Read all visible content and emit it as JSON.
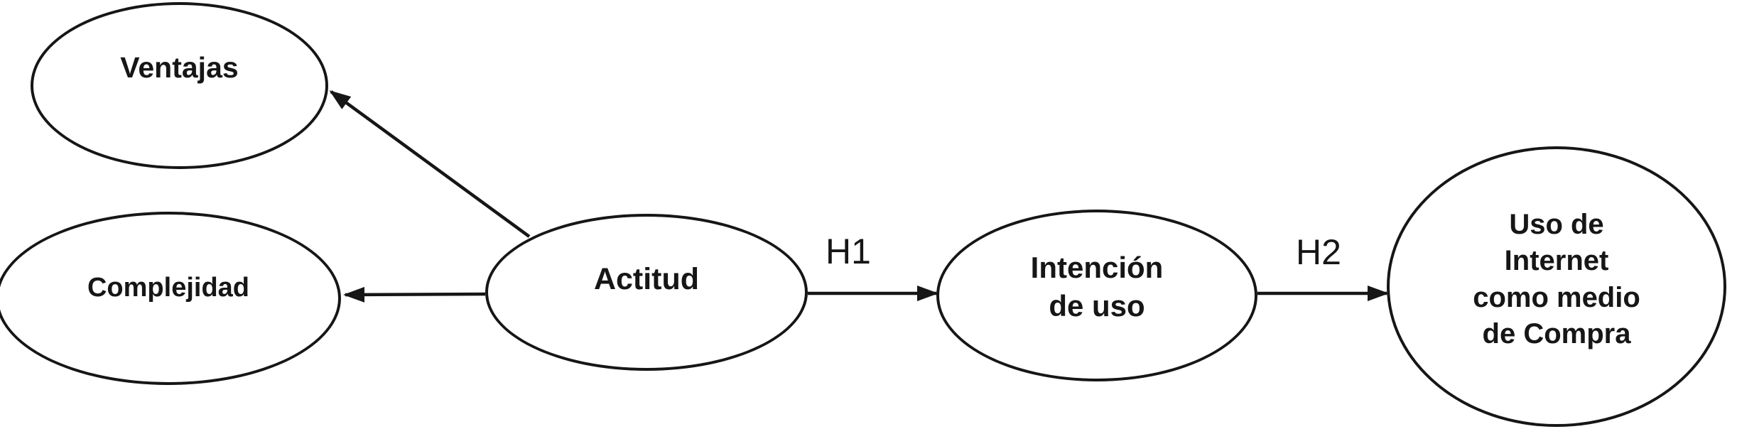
{
  "diagram": {
    "type": "path-model",
    "language": "es",
    "colors": {
      "ink": "#161616",
      "background": "#ffffff"
    },
    "nodes": [
      {
        "id": "ventajas",
        "shape": "ellipse",
        "label": "Ventajas"
      },
      {
        "id": "complejidad",
        "shape": "ellipse",
        "label": "Complejidad"
      },
      {
        "id": "actitud",
        "shape": "ellipse",
        "label": "Actitud"
      },
      {
        "id": "intencion",
        "shape": "ellipse",
        "label": "Intención\nde uso"
      },
      {
        "id": "uso_internet",
        "shape": "ellipse",
        "label": "Uso de\nInternet\ncomo medio\nde Compra"
      }
    ],
    "edges": [
      {
        "from": "actitud",
        "to": "ventajas"
      },
      {
        "from": "actitud",
        "to": "complejidad"
      },
      {
        "from": "actitud",
        "to": "intencion",
        "label": "H1"
      },
      {
        "from": "intencion",
        "to": "uso_internet",
        "label": "H2"
      }
    ]
  }
}
